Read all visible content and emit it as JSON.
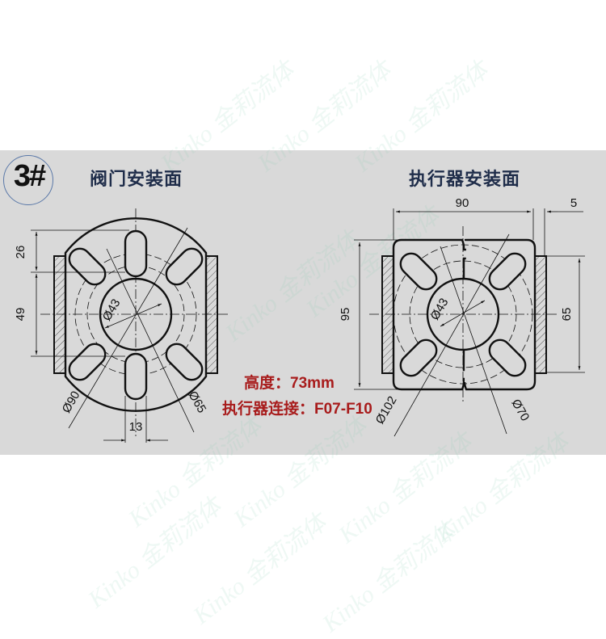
{
  "badge": {
    "label": "3#"
  },
  "titles": {
    "valve_mount": "阀门安装面",
    "actuator_mount": "执行器安装面"
  },
  "specs": {
    "height": "高度：73mm",
    "actuator_connection": "执行器连接：F07-F10"
  },
  "valve_face": {
    "dimensions": {
      "top_offset": "26",
      "slot_span": "49",
      "bore": "Ø43",
      "outer_pcd": "Ø90",
      "inner_pcd": "Ø65",
      "slot_width": "13"
    }
  },
  "actuator_face": {
    "dimensions": {
      "width": "90",
      "flange_offset": "5",
      "height": "95",
      "flange_height": "65",
      "bore": "Ø43",
      "outer_pcd": "Ø102",
      "inner_pcd": "Ø70"
    }
  },
  "watermark": {
    "text": "Kinko 金莉流体"
  },
  "colors": {
    "panel_bg": "#d9d9d9",
    "title_text": "#1f2d4a",
    "spec_text": "#a81c1c",
    "line": "#111111",
    "badge_ring": "#5a78a8"
  }
}
